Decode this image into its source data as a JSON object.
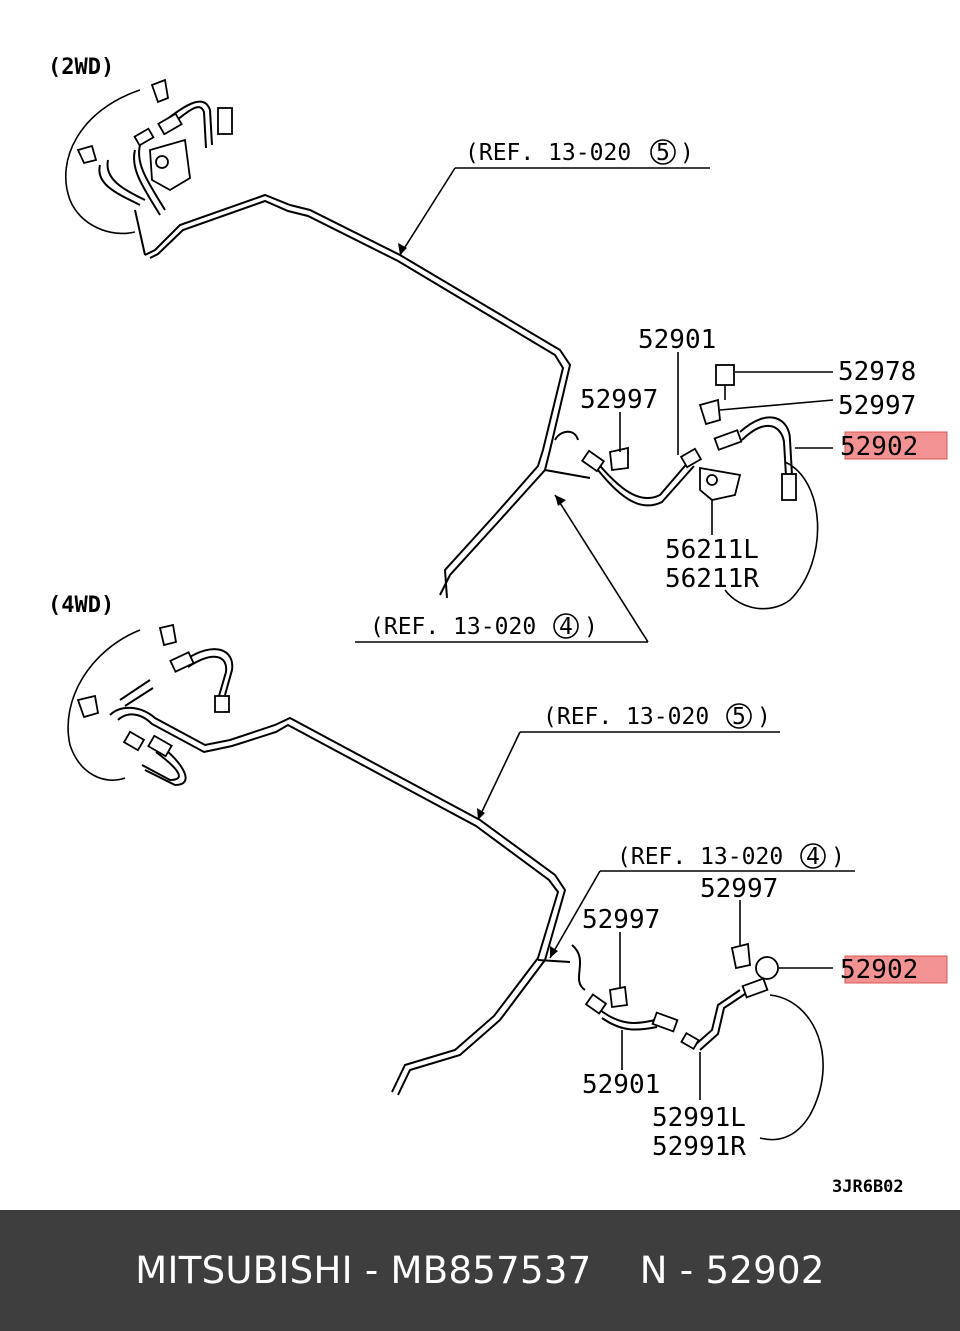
{
  "diagram": {
    "section_2wd": "(2WD)",
    "section_4wd": "(4WD)",
    "ref_top_5": "(REF. 13-020",
    "ref_top_5_num": "5",
    "ref_mid_4": "(REF. 13-020",
    "ref_mid_4_num": "4",
    "ref_low_5": "(REF. 13-020",
    "ref_low_5_num": "5",
    "ref_low_4": "(REF. 13-020",
    "ref_low_4_num": "4",
    "close_paren": ")",
    "labels_2wd": {
      "p52901": "52901",
      "p52978": "52978",
      "p52997_left": "52997",
      "p52997_right": "52997",
      "p52902": "52902",
      "p56211L": "56211L",
      "p56211R": "56211R"
    },
    "labels_4wd": {
      "p52997_top": "52997",
      "p52997_left": "52997",
      "p52902": "52902",
      "p52901": "52901",
      "p52991L": "52991L",
      "p52991R": "52991R"
    },
    "drawing_code": "3JR6B02",
    "highlight_color": "#f08080"
  },
  "footer": {
    "text": "MITSUBISHI - MB857537    N - 52902",
    "background": "#3e3e3e"
  }
}
